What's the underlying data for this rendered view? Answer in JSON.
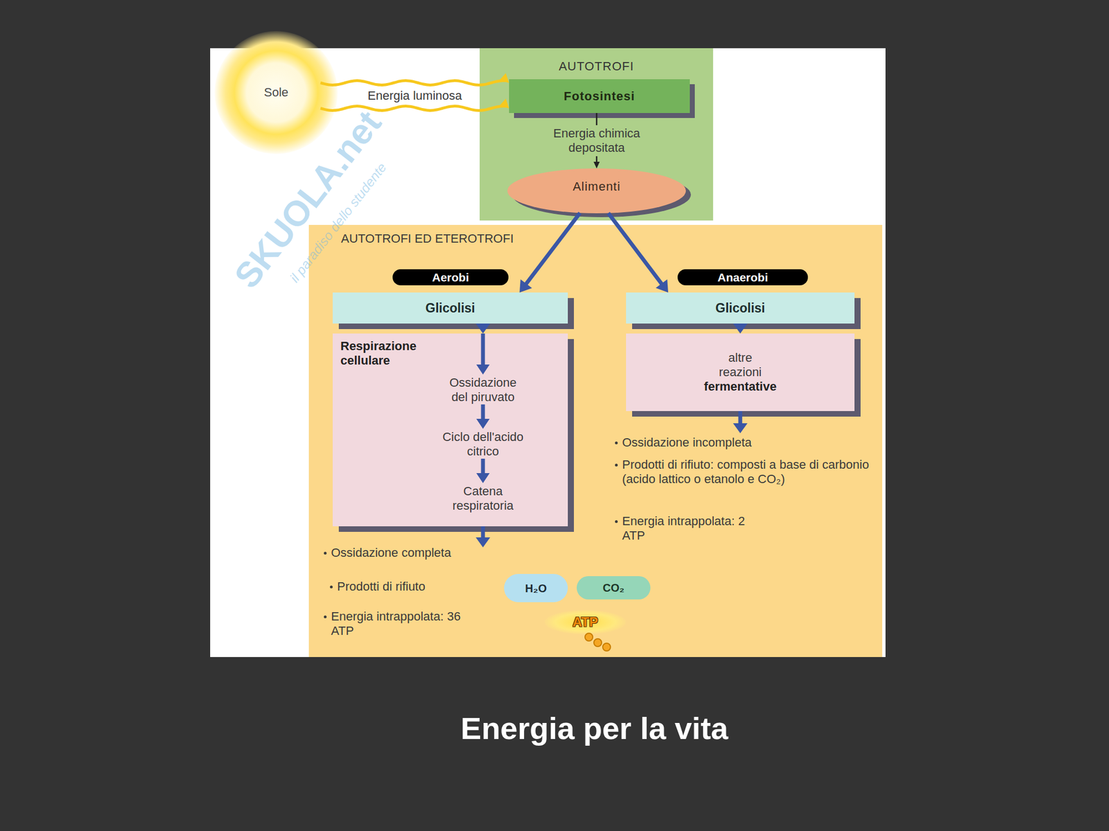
{
  "diagram": {
    "title": "Energia per la vita",
    "nodes": [
      {
        "text": [
          "Sole"
        ]
      },
      {
        "text": [
          "AUTOTROFI"
        ]
      },
      {
        "text": [
          "Fotosintesi"
        ],
        "in": 1
      },
      {
        "text": [
          "Alimenti"
        ],
        "in": 1
      },
      {
        "text": [
          "AUTOTROFI ED ETEROTROFI"
        ]
      },
      {
        "text": [
          "Aerobi"
        ],
        "in": 4
      },
      {
        "text": [
          "Anaerobi"
        ],
        "in": 4
      },
      {
        "text": [
          "Glicolisi"
        ],
        "in": 4
      },
      {
        "text": [
          "Glicolisi"
        ],
        "in": 4
      },
      {
        "text": [
          "Respirazione cellulare",
          "Ossidazione del piruvato",
          "Ciclo dell'acido citrico",
          "Catena respiratoria"
        ],
        "in": 4
      },
      {
        "text": [
          "altre reazioni",
          "fermentative"
        ],
        "in": 4
      },
      {
        "text": [
          "H₂O"
        ],
        "in": 4
      },
      {
        "text": [
          "CO₂"
        ],
        "in": 4
      },
      {
        "text": [
          "ATP"
        ],
        "in": 4
      }
    ],
    "edges": [
      {
        "from": 0,
        "to": 2,
        "arrow": "to",
        "label": "Energia luminosa"
      },
      {
        "from": 2,
        "to": 3,
        "arrow": "to",
        "label": "Energia chimica depositata"
      },
      {
        "from": 3,
        "to": 7,
        "arrow": "to"
      },
      {
        "from": 3,
        "to": 8,
        "arrow": "to"
      },
      {
        "from": 7,
        "to": 9,
        "arrow": "to"
      },
      {
        "from": 8,
        "to": 10,
        "arrow": "to"
      }
    ],
    "labels": [
      "Ossidazione completa",
      "Prodotti di rifiuto",
      "Energia intrappolata: 36 ATP",
      "Ossidazione incompleta",
      "Prodotti di rifiuto: composti a base di carbonio (acido lattico o etanolo e CO₂)",
      "Energia intrappolata: 2 ATP",
      "SKUOLA.net",
      "il paradiso dello studente"
    ]
  }
}
